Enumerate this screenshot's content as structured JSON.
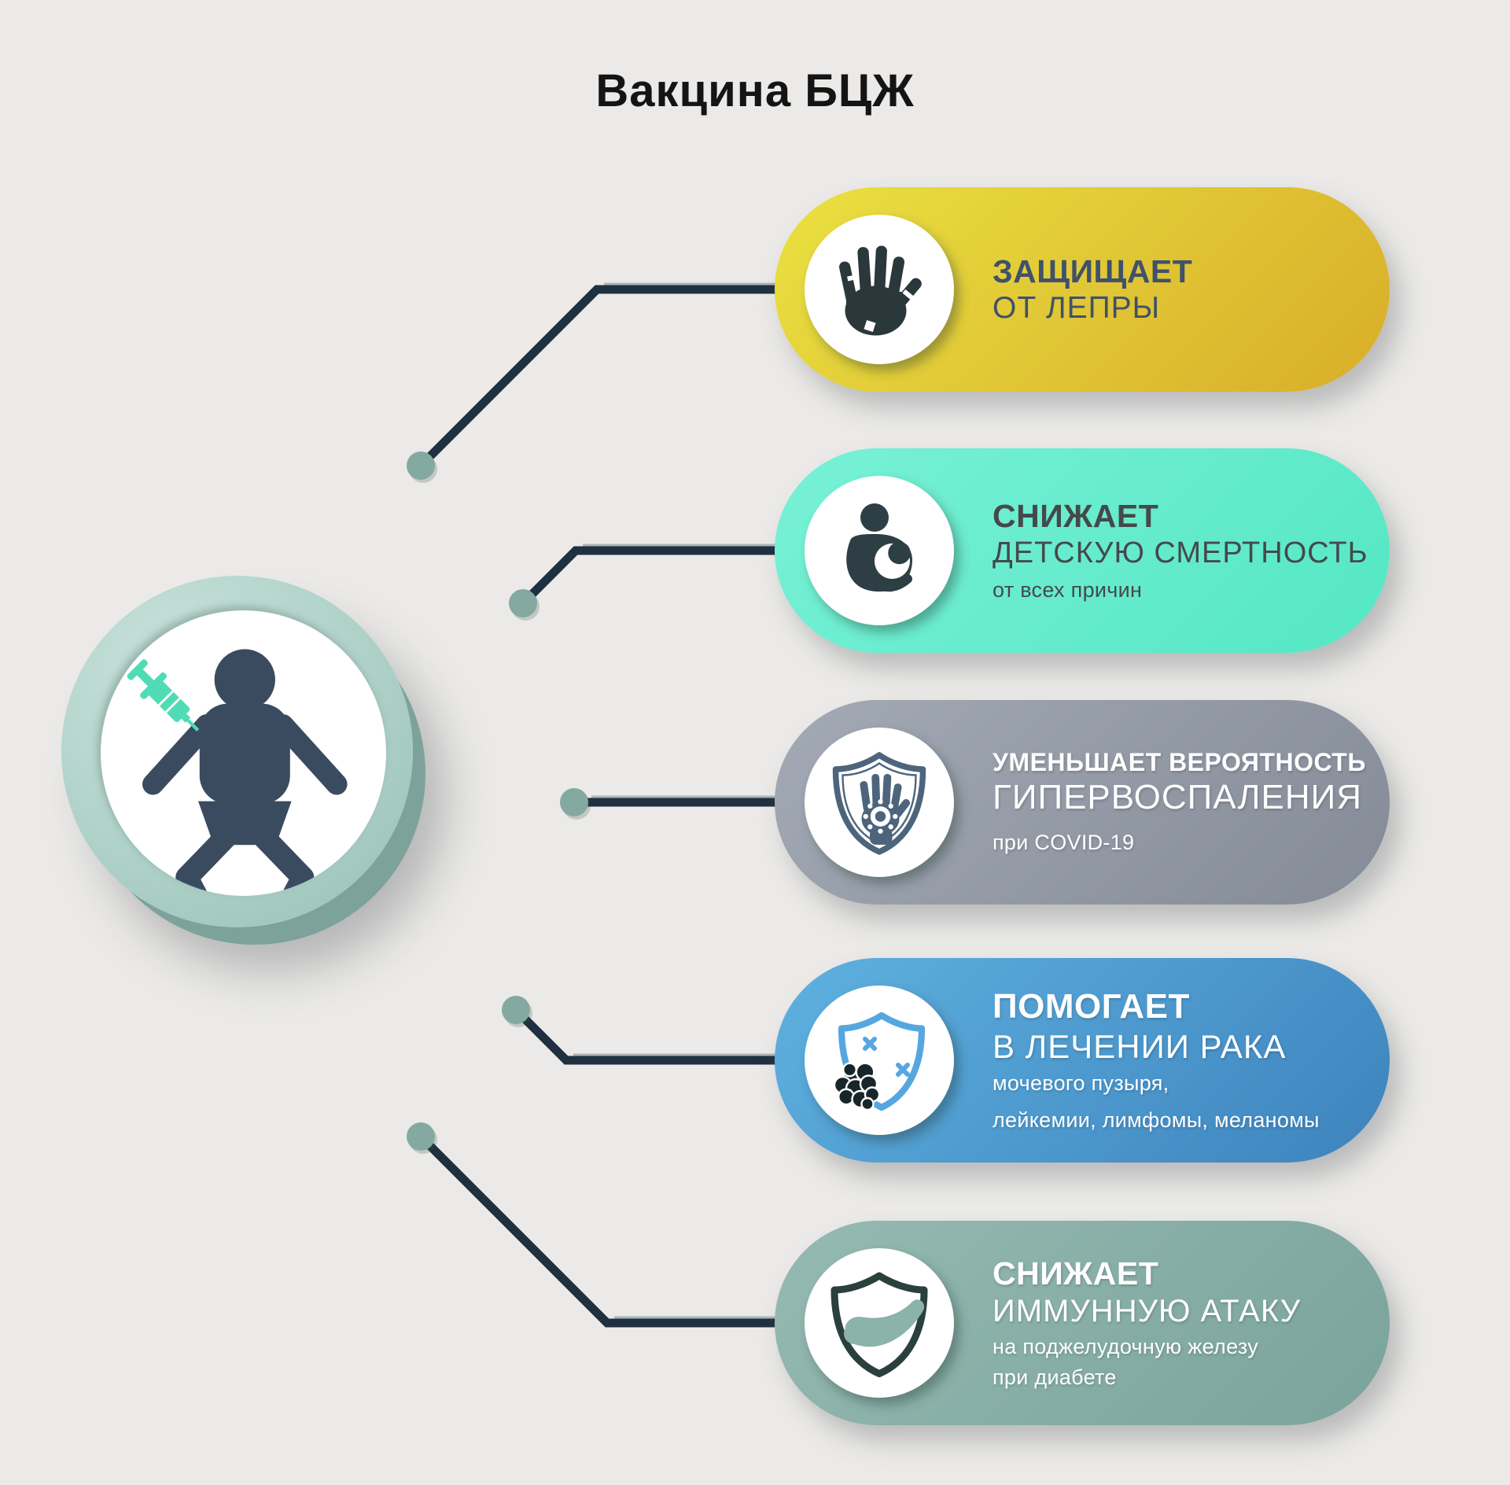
{
  "title": "Вакцина БЦЖ",
  "palette": {
    "background": "#ebeae8",
    "title_color": "#141414",
    "connector_line": "#1f3040",
    "connector_highlight": "#a2abb1",
    "connector_dot": "#84a9a1",
    "ring_outer": "#aed1c8",
    "ring_depth": "#7da29a",
    "inner_circle": "#ffffff",
    "baby_color": "#3b4b5f",
    "syringe_color": "#4fdcb4"
  },
  "illustration": {
    "name": "baby-vaccination",
    "icons": [
      "baby-icon",
      "syringe-icon"
    ]
  },
  "cards": [
    {
      "name": "leprosy",
      "heading": "ЗАЩИЩАЕТ",
      "line2": "ОТ ЛЕПРЫ",
      "note": "",
      "note2": "",
      "gradient_from": "#eae141",
      "gradient_to": "#d8ad29",
      "text_color": "#40516a",
      "icon": "leprosy-hand-icon",
      "icon_color": "#2a373b"
    },
    {
      "name": "child-mortality",
      "heading": "СНИЖАЕТ",
      "line2": "ДЕТСКУЮ СМЕРТНОСТЬ",
      "note": "от всех причин",
      "note2": "",
      "gradient_from": "#79f1d6",
      "gradient_to": "#54e7c4",
      "text_color": "#45494b",
      "icon": "mother-child-icon",
      "icon_color": "#2d3f44"
    },
    {
      "name": "hyperinflammation-covid",
      "heading": "УМЕНЬШАЕТ ВЕРОЯТНОСТЬ",
      "line2": "ГИПЕРВОСПАЛЕНИЯ",
      "note": "при COVID-19",
      "note2": "",
      "gradient_from": "#a3aab5",
      "gradient_to": "#848b97",
      "text_color": "#ffffff",
      "icon": "shield-hand-virus-icon",
      "icon_color": "#4d657c"
    },
    {
      "name": "cancer-treatment",
      "heading": "ПОМОГАЕТ",
      "line2": "В ЛЕЧЕНИИ РАКА",
      "note": "мочевого пузыря,",
      "note2": "лейкемии, лимфомы, меланомы",
      "gradient_from": "#5fb1e0",
      "gradient_to": "#3d83bd",
      "text_color": "#ffffff",
      "icon": "shield-cancer-cells-icon",
      "icon_color": "#56a7e0"
    },
    {
      "name": "diabetes-pancreas",
      "heading": "СНИЖАЕТ",
      "line2": "ИММУННУЮ АТАКУ",
      "note": "на поджелудочную железу",
      "note2": "при диабете",
      "gradient_from": "#95bab2",
      "gradient_to": "#7aa39b",
      "text_color": "#ffffff",
      "icon": "shield-pancreas-icon",
      "icon_color": "#2b403c"
    }
  ]
}
